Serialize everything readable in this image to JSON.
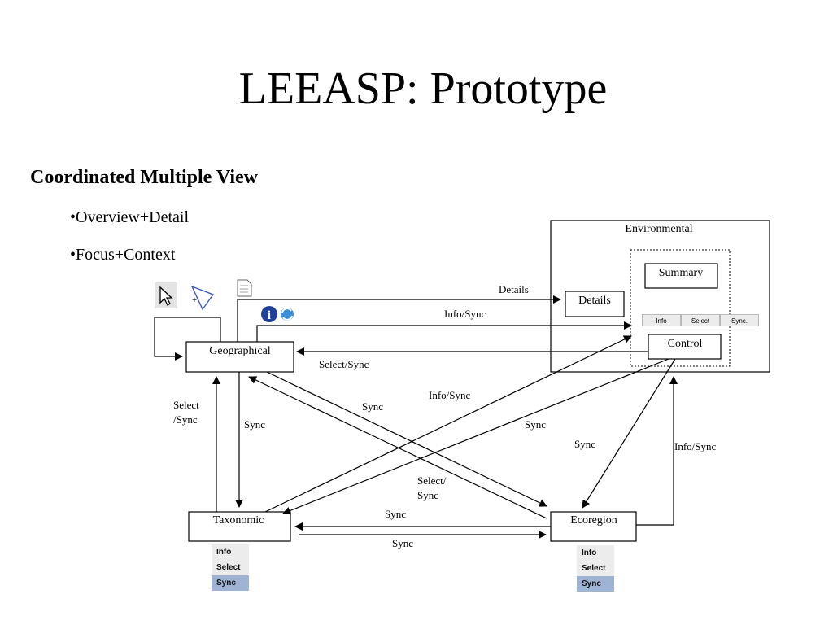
{
  "title": "LEEASP: Prototype",
  "heading": "Coordinated Multiple View",
  "bullets": [
    "•Overview+Detail",
    "•Focus+Context"
  ],
  "nodes": {
    "environmental": "Environmental",
    "summary": "Summary",
    "details": "Details",
    "control": "Control",
    "geographical": "Geographical",
    "taxonomic": "Taxonomic",
    "ecoregion": "Ecoregion"
  },
  "edges": {
    "details": "Details",
    "info_sync_top": "Info/Sync",
    "select_sync_control": "Select/Sync",
    "select_sync_left_1": "Select",
    "select_sync_left_2": "/Sync",
    "sync_geo_tax": "Sync",
    "sync_geo_eco": "Sync",
    "info_sync_tax_ctrl": "Info/Sync",
    "sync_ctrl_tax": "Sync",
    "sync_ctrl_eco": "Sync",
    "select_sync_eco_geo_1": "Select/",
    "select_sync_eco_geo_2": "Sync",
    "info_sync_eco_env": "Info/Sync",
    "sync_eco_tax": "Sync",
    "sync_tax_eco": "Sync"
  },
  "control_buttons": [
    "Info",
    "Select",
    "Sync."
  ],
  "taxonomic_menu": [
    "Info",
    "Select",
    "Sync"
  ],
  "ecoregion_menu": [
    "Info",
    "Select",
    "Sync"
  ],
  "icons": [
    "pointer-icon",
    "lasso-icon",
    "document-icon",
    "info-icon",
    "sync-icon"
  ],
  "colors": {
    "info_blue": "#1f3f9a",
    "sync_blue": "#3a8fd8",
    "menu_selected": "#9fb3d4"
  }
}
